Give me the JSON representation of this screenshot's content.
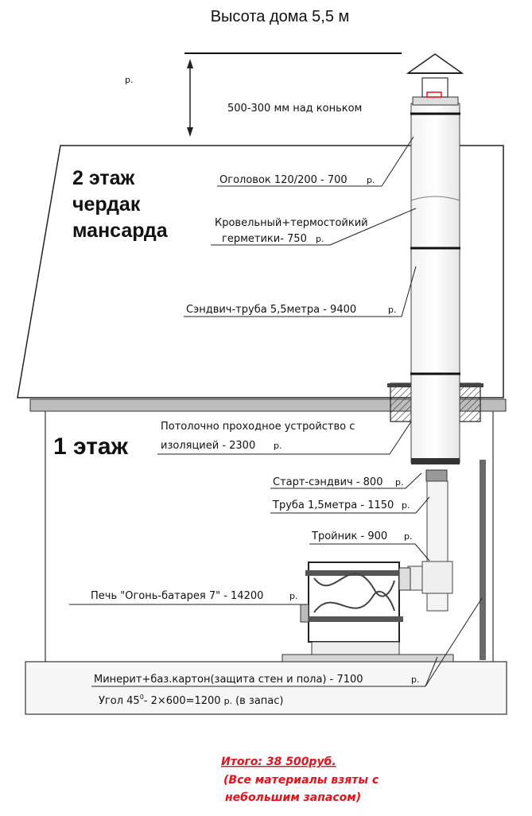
{
  "title": "Высота дома 5,5 м",
  "top_mark": "р.",
  "above_ridge": "500-300 мм над коньком",
  "floor2": [
    "2 этаж",
    "чердак",
    "мансарда"
  ],
  "floor1": "1 этаж",
  "items": {
    "ogolovok": "Оголовок 120/200 - 700",
    "roof_seal_1": "Кровельный+термостойкий",
    "roof_seal_2": "герметики- 750",
    "sandwich": "Сэндвич-труба 5,5метра - 9400",
    "ceiling_1": "Потолочно проходное устройство с",
    "ceiling_2": "изоляцией - 2300",
    "start": "Старт-сэндвич - 800",
    "pipe": "Труба 1,5метра - 1150",
    "tee": "Тройник - 900",
    "stove": "Печь \"Огонь-батарея 7\" - 14200",
    "minerit": "Минерит+баз.картон(защита стен и пола) - 7100",
    "angle_a": "Угол 45",
    "angle_deg": "0",
    "angle_b": "- 2×600=1200",
    "angle_c": "(в запас)"
  },
  "currency": "р.",
  "total": {
    "line1": "Итого: 38 500руб.",
    "line2": "(Все материалы взяты с",
    "line3": "небольшим запасом)"
  },
  "colors": {
    "total": "#e8101a",
    "lines": "#222222"
  }
}
